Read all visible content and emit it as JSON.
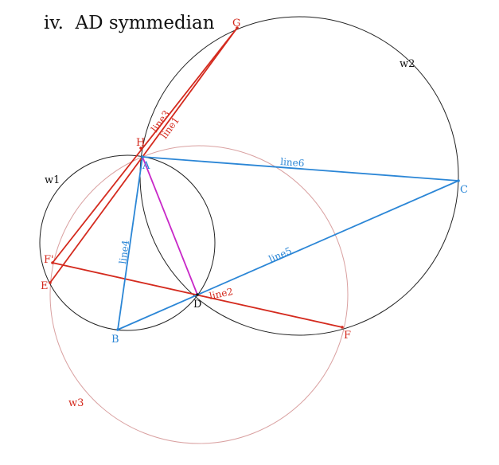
{
  "title": "iv.  AD symmedian",
  "colors": {
    "circle": "#222222",
    "circle_w3": "#d9a0a0",
    "red_line": "#d42a1e",
    "blue_line": "#2b86d6",
    "magenta_line": "#c828c8",
    "black_label": "#111111"
  },
  "points": {
    "A": "A",
    "B": "B",
    "C": "C",
    "D": "D",
    "E": "E",
    "F": "F",
    "F_prime": "F'",
    "G": "G",
    "H": "H"
  },
  "circles": {
    "w1": "w1",
    "w2": "w2",
    "w3": "w3"
  },
  "lines": {
    "line1": "line1",
    "line2": "line2",
    "line3": "line3",
    "line4": "line4",
    "line5": "line5",
    "line6": "line6"
  }
}
